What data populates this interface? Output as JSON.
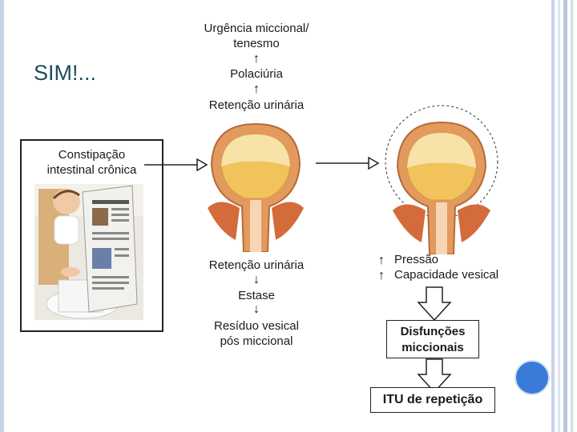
{
  "colors": {
    "rail_blue": "#b8c6e0",
    "title_teal": "#1f4e5f",
    "circle_blue": "#3b7bd8"
  },
  "slide": {
    "title": "SIM!..."
  },
  "top_chain": {
    "line1": "Urgência miccional/",
    "line2": "tenesmo",
    "line3": "Polaciúria",
    "line4": "Retenção urinária",
    "arrow": "↑"
  },
  "left_box": {
    "line1": "Constipação",
    "line2": "intestinal crônica",
    "image": "baby-reading-newspaper-photo"
  },
  "middle_chain": {
    "line1": "Retenção urinária",
    "line2": "Estase",
    "line3": "Resíduo vesical",
    "line4": "pós miccional",
    "arrow": "↓"
  },
  "right_chain": {
    "line1": "Pressão",
    "line2": "Capacidade vesical",
    "arrow": "↑",
    "box1_line1": "Disfunções",
    "box1_line2": "miccionais",
    "box2": "ITU de repetição"
  },
  "icons": {
    "bladder": "bladder-illustration",
    "bladder_distended": "distended-bladder-illustration"
  }
}
